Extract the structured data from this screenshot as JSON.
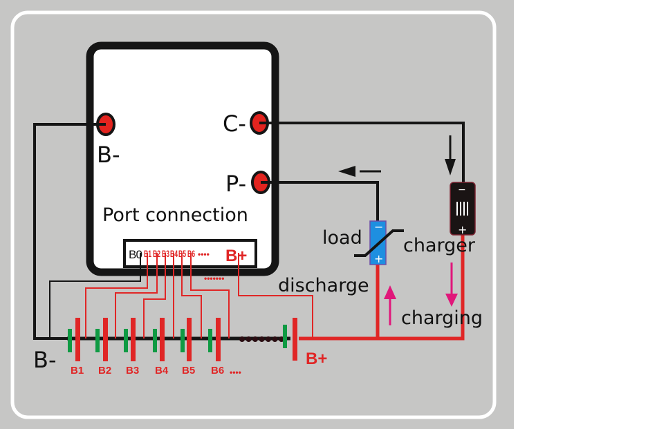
{
  "diagram": {
    "title": "BMS wiring diagram",
    "bms_board": {
      "ports": {
        "b_minus": "B-",
        "c_minus": "C-",
        "p_minus": "P-"
      },
      "caption": "Port connection",
      "balance_connector": {
        "ground_pin": "B0",
        "pins": [
          "B1",
          "B2",
          "B3",
          "B4",
          "B5",
          "B6"
        ],
        "ellipsis": "••••",
        "positive_pin": "B+"
      },
      "extra_dots": "•••••••"
    },
    "battery_pack": {
      "negative_label": "B-",
      "cells": [
        "B1",
        "B2",
        "B3",
        "B4",
        "B5",
        "B6"
      ],
      "cells_ellipsis": "••••",
      "chain_ellipsis": "•••••••",
      "positive_label": "B+"
    },
    "load": {
      "label": "load",
      "minus": "−",
      "plus": "+"
    },
    "charger": {
      "label": "charger",
      "minus": "−",
      "plus": "+"
    },
    "flow_labels": {
      "discharge": "discharge",
      "charging": "charging"
    },
    "colors": {
      "background": "#c6c6c5",
      "frame": "#ffffff",
      "wire_black": "#151515",
      "wire_red": "#e02626",
      "cell_red": "#e02626",
      "cell_green": "#0f9a43",
      "port_red": "#e3241f",
      "arrow_magenta": "#e0177a",
      "load_blue": "#1e8fe0",
      "charger_body": "#1a1414"
    }
  }
}
